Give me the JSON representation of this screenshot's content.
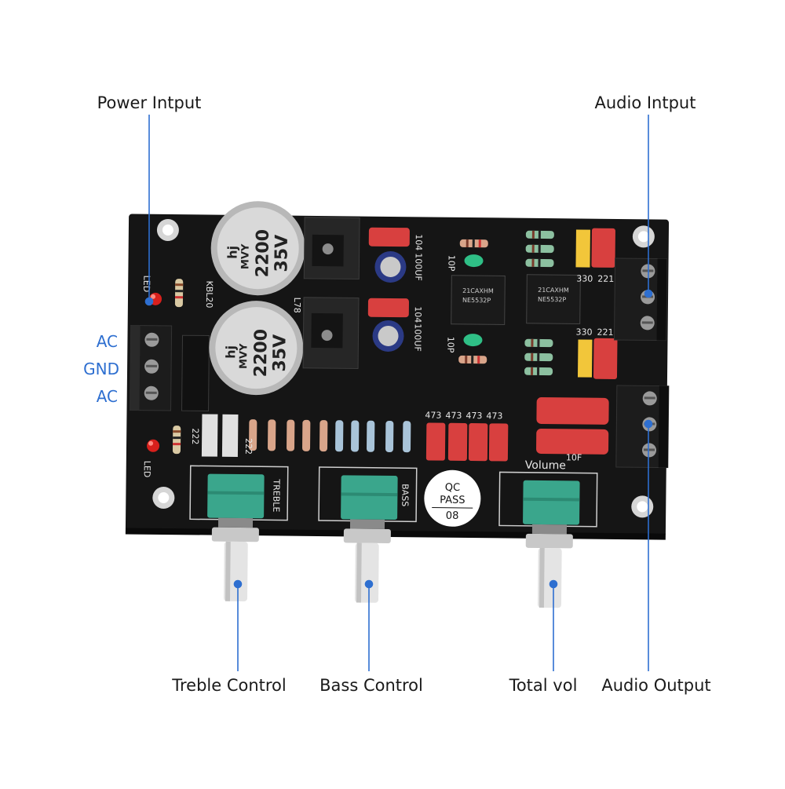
{
  "colors": {
    "callout_line": "#2e6fd0",
    "pin_label": "#2e6fd0",
    "pcb": "#151515",
    "silkscreen": "#e8e8e8",
    "terminal_block": "#1c1c1c",
    "potentiometer": "#3aa68c",
    "film_capacitor": "#d8403f",
    "yellow_capacitor": "#f2c63a",
    "led": "#d8201c"
  },
  "callouts": {
    "power_input": "Power Intput",
    "audio_input": "Audio Intput",
    "treble_control": "Treble Control",
    "bass_control": "Bass Control",
    "total_vol": "Total vol",
    "audio_output": "Audio Output"
  },
  "power_pins": [
    "AC",
    "GND",
    "AC"
  ],
  "board": {
    "led_label": "LED",
    "bridge_label": "KBL20",
    "reg_label": "L78",
    "caps": [
      {
        "brand": "hj",
        "series": "MVY",
        "uf": "2200",
        "volt": "35V"
      },
      {
        "brand": "hj",
        "series": "MVY",
        "uf": "2200",
        "volt": "35V"
      }
    ],
    "cap_code_104": "104",
    "elec_100uf": "100UF",
    "cap_10p": "10P",
    "ic_lot": "21CAXHM",
    "ic_part": "NE5532P",
    "cap_330": "330",
    "cap_221": "221",
    "res_222": "222",
    "film_473": "473",
    "cap_10f": "10F",
    "pot_treble": "TREBLE",
    "pot_bass": "BASS",
    "pot_volume": "Volume",
    "qc_line1": "QC",
    "qc_line2": "PASS",
    "qc_line3": "08"
  }
}
